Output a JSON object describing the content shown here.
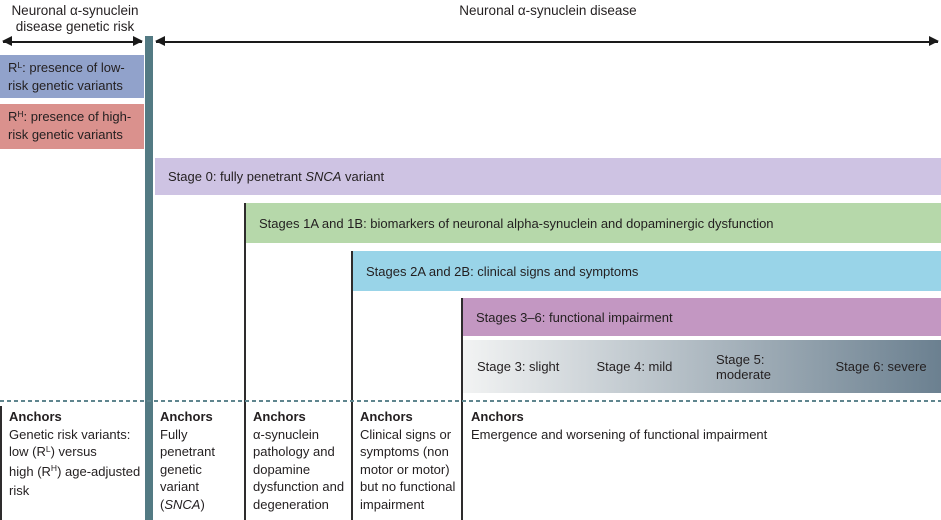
{
  "header": {
    "left_title": "Neuronal α-synuclein disease genetic risk",
    "right_title": "Neuronal α-synuclein disease"
  },
  "risk_boxes": {
    "low": {
      "pre": "R",
      "sup": "L",
      "post": ": presence of low-risk genetic variants"
    },
    "high": {
      "pre": "R",
      "sup": "H",
      "post": ": presence of high-risk genetic variants"
    }
  },
  "stages": {
    "stage0": {
      "pre": "Stage 0: fully penetrant ",
      "gene": "SNCA",
      "post": " variant"
    },
    "stage1": "Stages 1A and 1B: biomarkers of neuronal alpha-synuclein and dopaminergic dysfunction",
    "stage2": "Stages 2A and 2B: clinical signs and symptoms",
    "stage36": "Stages 3–6: functional impairment",
    "severity": [
      "Stage 3: slight",
      "Stage 4: mild",
      "Stage 5: moderate",
      "Stage 6: severe"
    ]
  },
  "anchors": {
    "genetic_risk": {
      "title": "Anchors",
      "l1": "Genetic risk variants:",
      "l2_pre": "low (R",
      "l2_sup": "L",
      "l2_post": ") versus",
      "l3_pre": "high (R",
      "l3_sup": "H",
      "l3_post": ") age-adjusted",
      "l4": "risk"
    },
    "stage0": {
      "title": "Anchors",
      "l1": "Fully",
      "l2": "penetrant",
      "l3": "genetic",
      "l4": "variant",
      "l5_pre": "(",
      "l5_gene": "SNCA",
      "l5_post": ")"
    },
    "stage1": {
      "title": "Anchors",
      "l1": "α-synuclein",
      "l2": "pathology and",
      "l3": "dopamine",
      "l4": "dysfunction and",
      "l5": "degeneration"
    },
    "stage2": {
      "title": "Anchors",
      "l1": "Clinical signs or",
      "l2": "symptoms (non",
      "l3": "motor or motor)",
      "l4": "but no functional",
      "l5": "impairment"
    },
    "stage36": {
      "title": "Anchors",
      "l1": "Emergence and worsening of functional impairment"
    }
  },
  "colors": {
    "low_risk_box": "#91a2cb",
    "high_risk_box": "#da918d",
    "stage0_bar": "#cec3e3",
    "stage1_bar": "#b6d8aa",
    "stage2_bar": "#99d4e8",
    "stage36_bar": "#c397c2",
    "severity_gradient_start": "#f2f3f3",
    "severity_gradient_end": "#6b8090",
    "timeline_divider": "#537a83",
    "dashed_line": "#5f858e",
    "separator_line": "#2e2c2d",
    "text": "#231f20"
  }
}
